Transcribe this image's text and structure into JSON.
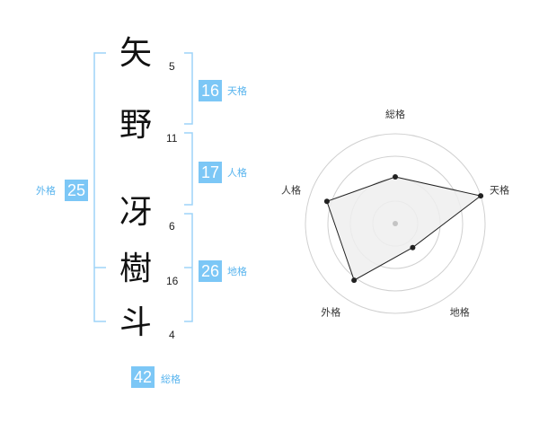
{
  "characters": [
    {
      "char": "矢",
      "strokes": "5"
    },
    {
      "char": "野",
      "strokes": "11"
    },
    {
      "char": "冴",
      "strokes": "6"
    },
    {
      "char": "樹",
      "strokes": "16"
    },
    {
      "char": "斗",
      "strokes": "4"
    }
  ],
  "fortunes": {
    "tenkaku": {
      "value": "16",
      "label": "天格"
    },
    "jinkaku": {
      "value": "17",
      "label": "人格"
    },
    "chikaku": {
      "value": "26",
      "label": "地格"
    },
    "gaikaku": {
      "value": "25",
      "label": "外格"
    },
    "soukaku": {
      "value": "42",
      "label": "総格"
    }
  },
  "colors": {
    "accent": "#7cc7f6",
    "accent_text": "#58b4ee",
    "bracket": "#9dd4f8",
    "ring": "#d0d0d0",
    "polygon_fill": "#efefef",
    "polygon_stroke": "#222222"
  },
  "radar": {
    "axes": [
      {
        "label": "総格",
        "level": 0.52
      },
      {
        "label": "天格",
        "level": 1.0
      },
      {
        "label": "地格",
        "level": 0.33
      },
      {
        "label": "外格",
        "level": 0.78
      },
      {
        "label": "人格",
        "level": 0.8
      }
    ],
    "rings": 4
  }
}
